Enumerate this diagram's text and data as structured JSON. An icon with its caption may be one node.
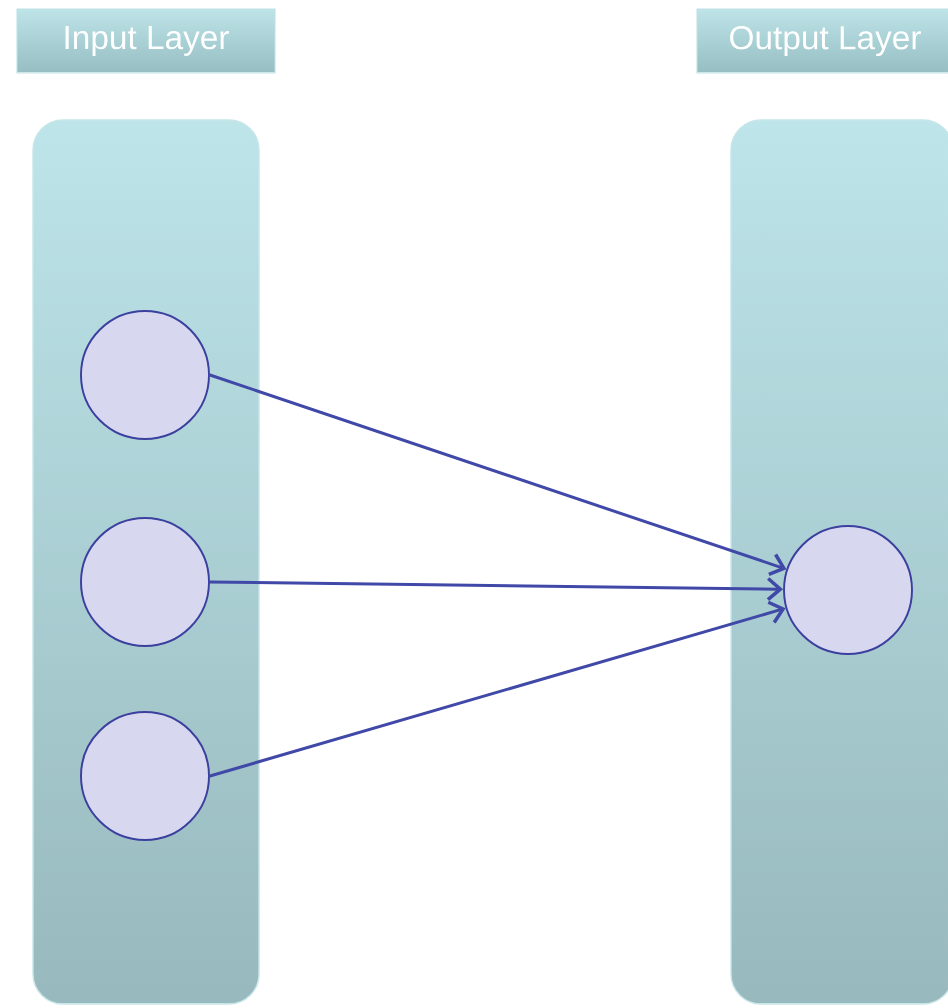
{
  "diagram": {
    "nodes": [
      {
        "text": [
          "Input Layer"
        ]
      },
      {
        "text": [],
        "shape": "bar"
      },
      {
        "text": [],
        "shape": "circle",
        "in": 1
      },
      {
        "text": [],
        "shape": "circle",
        "in": 1
      },
      {
        "text": [],
        "shape": "circle",
        "in": 1
      },
      {
        "text": [
          "Output Layer"
        ]
      },
      {
        "text": [],
        "shape": "bar"
      },
      {
        "text": [],
        "shape": "circle",
        "in": 6
      }
    ],
    "edges": [
      {
        "from": 2,
        "to": 7,
        "arrow": "to"
      },
      {
        "from": 3,
        "to": 7,
        "arrow": "to"
      },
      {
        "from": 4,
        "to": 7,
        "arrow": "to"
      }
    ]
  }
}
